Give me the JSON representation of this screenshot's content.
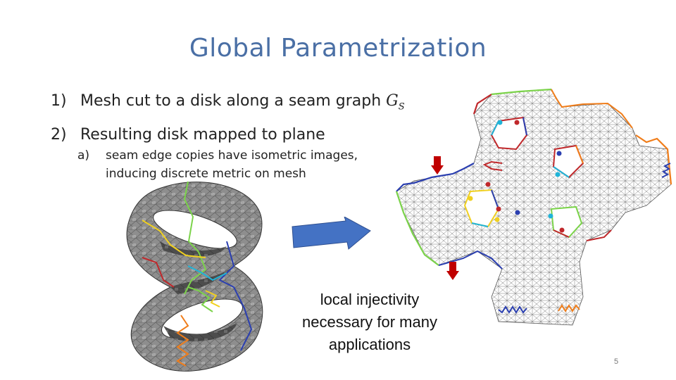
{
  "slide": {
    "title": "Global Parametrization",
    "bullets": [
      {
        "num": "1)",
        "text": "Mesh cut to a disk along a seam graph ",
        "math_main": "G",
        "math_sub": "S"
      },
      {
        "num": "2)",
        "text": "Resulting disk mapped to plane"
      }
    ],
    "sub_bullet": {
      "num": "a)",
      "line1": "seam edge copies have isometric images,",
      "line2": "inducing discrete metric on mesh"
    },
    "caption": [
      "local injectivity",
      "necessary for many",
      "applications"
    ],
    "page_number": "5"
  },
  "colors": {
    "title": "#4a6fa5",
    "arrow": "#4472c4",
    "marker": "#c00000",
    "seam_blue": "#2b3fb0",
    "seam_orange": "#f07d1a",
    "seam_green": "#7bd34a",
    "seam_red": "#c0282b",
    "seam_cyan": "#20b4d8",
    "seam_yellow": "#f0d020"
  },
  "figures": {
    "torus": "double-torus-mesh-with-seams",
    "flattened": "planar-parametrization-of-cut-mesh"
  }
}
